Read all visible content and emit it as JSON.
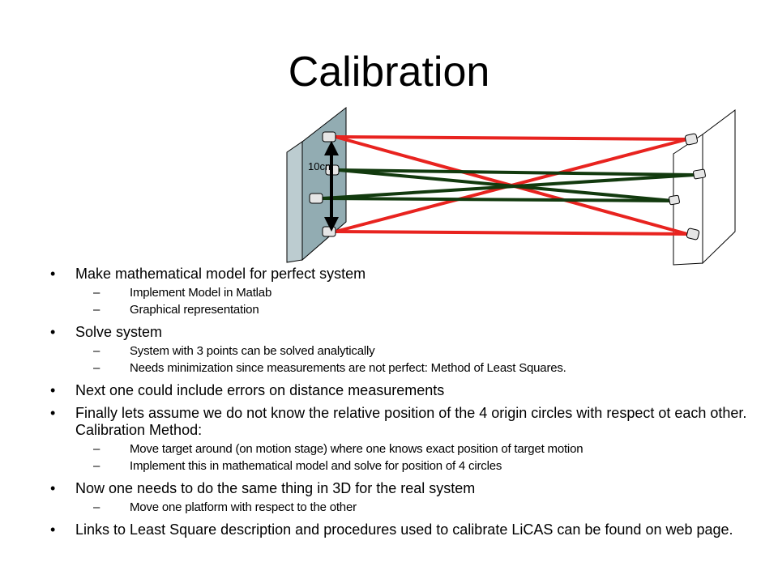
{
  "slide": {
    "title": "Calibration",
    "diagram": {
      "dimension_label": "10cm"
    },
    "bullets": [
      {
        "text": "Make mathematical model for perfect system",
        "subs": [
          "Implement Model in Matlab",
          "Graphical representation"
        ]
      },
      {
        "text": "Solve system",
        "subs": [
          "System with 3 points can be solved analytically",
          "Needs minimization since measurements are not perfect: Method of Least Squares."
        ]
      },
      {
        "text": "Next one could include errors on distance measurements",
        "subs": []
      },
      {
        "text": "Finally lets assume we do not know the relative position of the 4 origin circles with respect ot each other. Calibration Method:",
        "subs": [
          "Move target around (on motion stage) where one knows exact position of target motion",
          "Implement this in mathematical model and solve for position of 4 circles"
        ]
      },
      {
        "text": "Now one needs to do the same thing in 3D for the real system",
        "subs": [
          "Move one platform with respect to the other"
        ]
      },
      {
        "text": "Links to Least Square description and procedures used to calibrate LiCAS can be found on web page.",
        "subs": []
      }
    ],
    "bullet_glyph": "•",
    "sub_glyph": "–"
  }
}
